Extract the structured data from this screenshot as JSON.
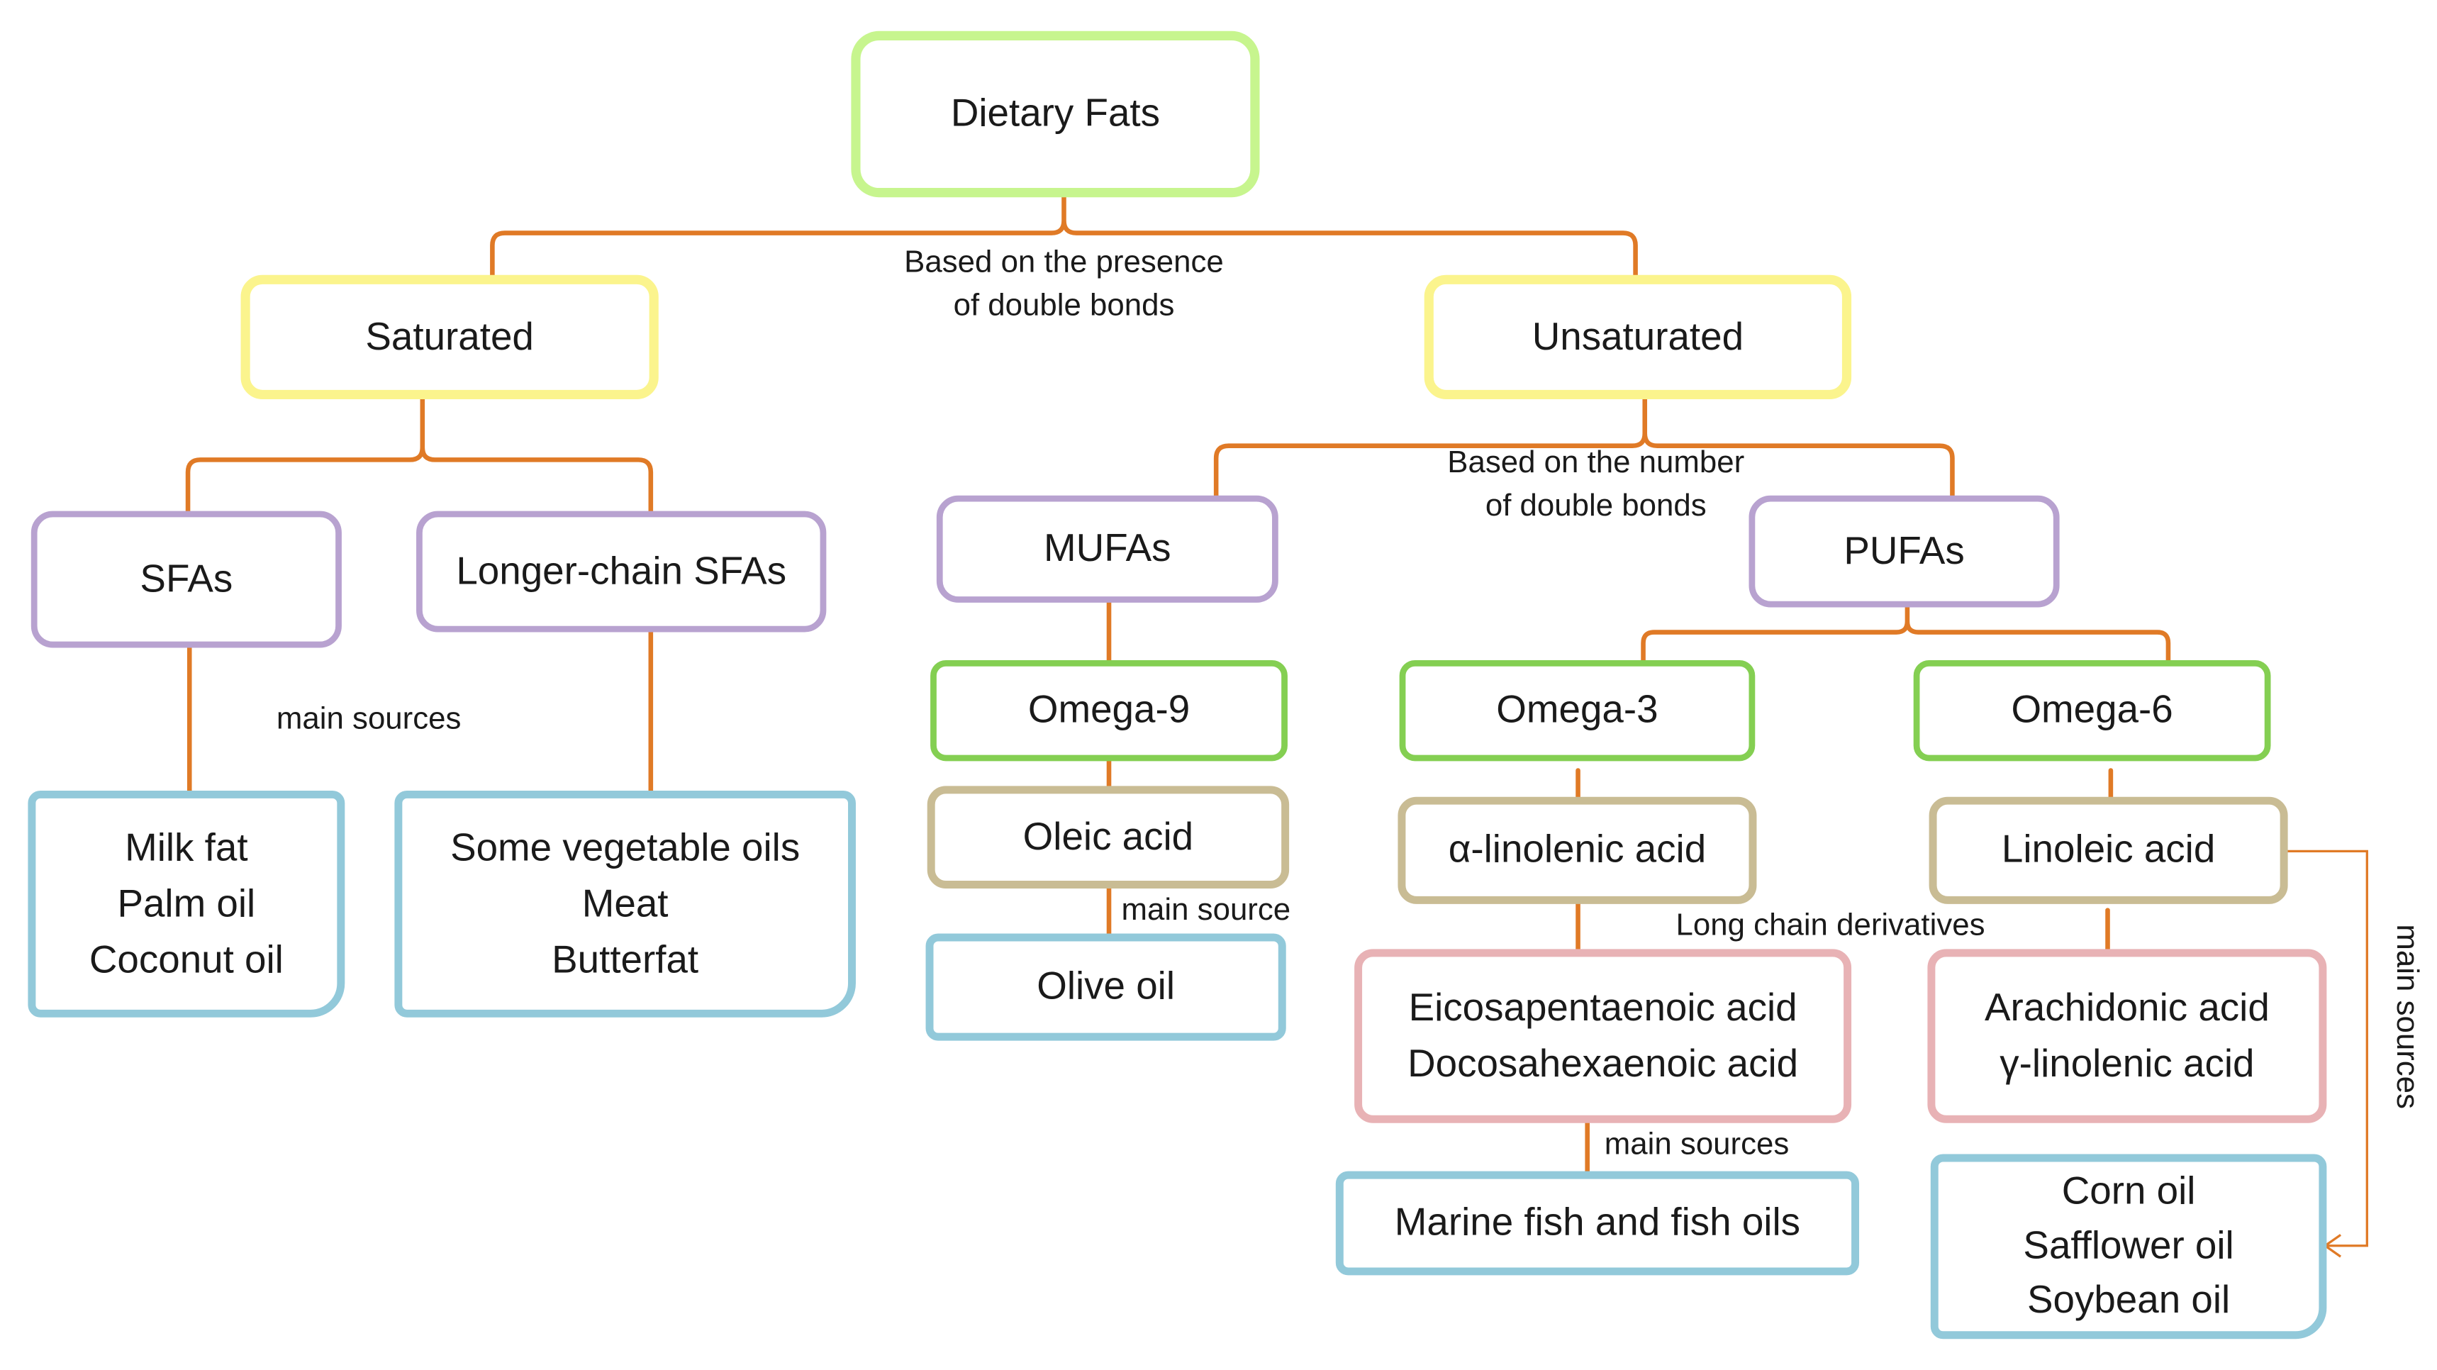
{
  "colors": {
    "connector": "#e07a26",
    "root_border": "#c7f58e",
    "category_border": "#fbf48d",
    "subclass_border": "#b8a2d0",
    "omega_border": "#84cf52",
    "acid_border": "#c9bc94",
    "derivative_border": "#e8b2b5",
    "source_border": "#92c9da"
  },
  "nodes": {
    "dietary_fats": "Dietary Fats",
    "saturated": "Saturated",
    "unsaturated": "Unsaturated",
    "sfas": "SFAs",
    "longer_chain_sfas": "Longer-chain SFAs",
    "mufas": "MUFAs",
    "pufas": "PUFAs",
    "omega9": "Omega-9",
    "omega3": "Omega-3",
    "omega6": "Omega-6",
    "oleic_acid": "Oleic acid",
    "alpha_linolenic": "α-linolenic acid",
    "linoleic_acid": "Linoleic acid",
    "epa": "Eicosapentaenoic acid",
    "dha": "Docosahexaenoic acid",
    "arachidonic": "Arachidonic acid",
    "gamma_linolenic": "γ-linolenic acid",
    "milk_fat": "Milk fat",
    "palm_oil": "Palm oil",
    "coconut_oil": "Coconut oil",
    "vegetable_oils": "Some vegetable oils",
    "meat": "Meat",
    "butterfat": "Butterfat",
    "olive_oil": "Olive oil",
    "marine_fish": "Marine fish and fish oils",
    "corn_oil": "Corn oil",
    "safflower_oil": "Safflower oil",
    "soybean_oil": "Soybean oil"
  },
  "labels": {
    "presence_line1": "Based on the presence",
    "presence_line2": "of double bonds",
    "number_line1": "Based on the number",
    "number_line2": "of double bonds",
    "main_sources_saturated": "main sources",
    "main_source_olive": "main source",
    "long_chain_derivatives": "Long chain derivatives",
    "main_sources_marine": "main sources",
    "main_sources_right": "main sources"
  }
}
